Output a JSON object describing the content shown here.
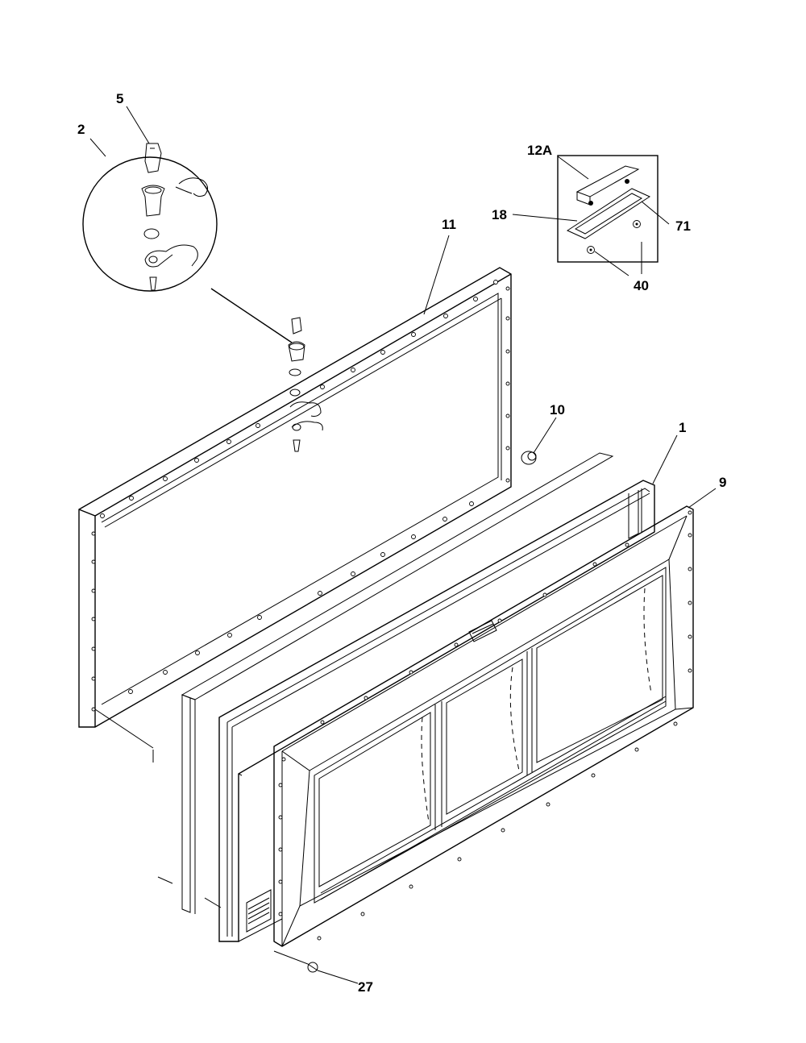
{
  "callouts": {
    "c5": "5",
    "c2": "2",
    "c12a": "12A",
    "c18": "18",
    "c71": "71",
    "c40": "40",
    "c11": "11",
    "c10": "10",
    "c1": "1",
    "c9": "9",
    "c27": "27"
  }
}
